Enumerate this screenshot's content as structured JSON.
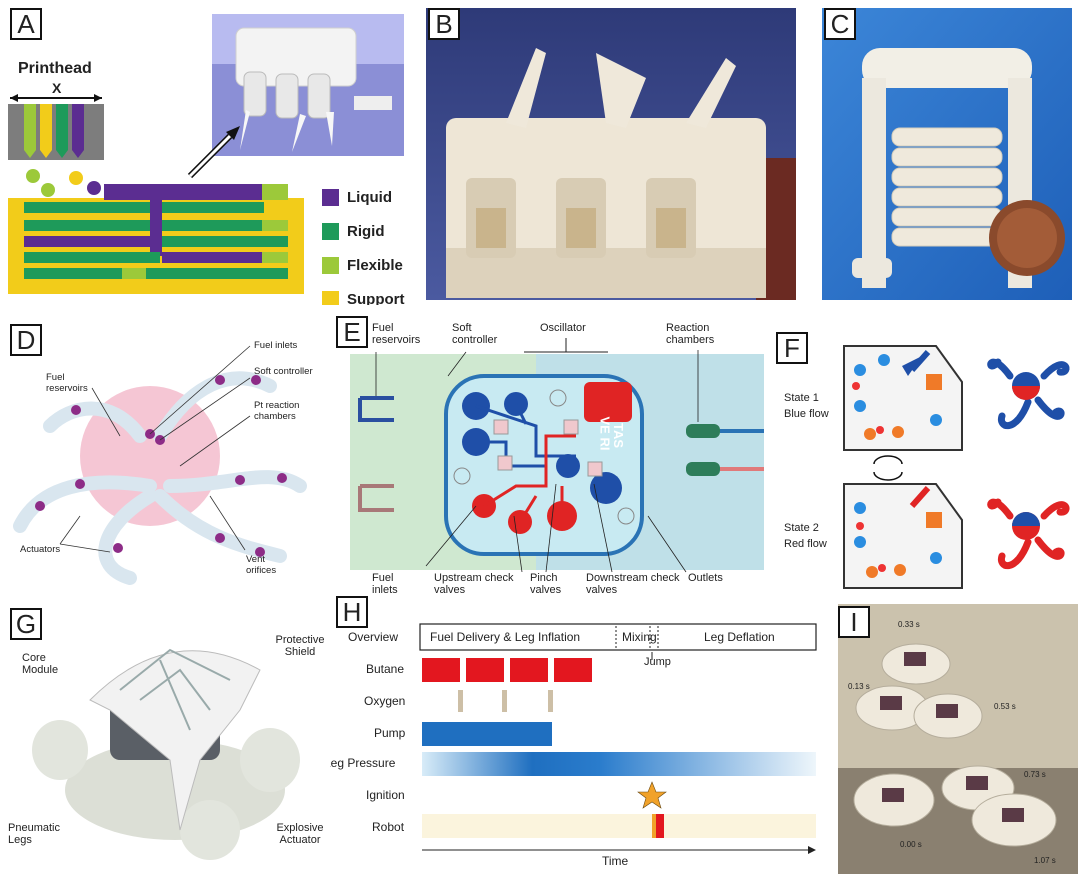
{
  "panels": {
    "A": {
      "label": "A",
      "printhead": "Printhead",
      "axis": "X",
      "legend": [
        {
          "text": "Liquid",
          "color": "#5b2d91"
        },
        {
          "text": "Rigid",
          "color": "#1e9a5a"
        },
        {
          "text": "Flexible",
          "color": "#9cc93a"
        },
        {
          "text": "Support",
          "color": "#f2cc1a"
        }
      ]
    },
    "B": {
      "label": "B"
    },
    "C": {
      "label": "C"
    },
    "D": {
      "label": "D",
      "annotations": [
        "Fuel inlets",
        "Soft controller",
        "Fuel reservoirs",
        "Pt reaction chambers",
        "Actuators",
        "Vent orifices"
      ]
    },
    "E": {
      "label": "E",
      "annotations": [
        "Fuel reservoirs",
        "Soft controller",
        "Oscillator",
        "Reaction chambers",
        "Fuel inlets",
        "Upstream check valves",
        "Pinch valves",
        "Downstream check valves",
        "Outlets"
      ],
      "chip_text": [
        "VE RI",
        "TAS"
      ]
    },
    "F": {
      "label": "F",
      "states": [
        {
          "title": "State 1",
          "flow": "Blue flow"
        },
        {
          "title": "State 2",
          "flow": "Red flow"
        }
      ]
    },
    "G": {
      "label": "G",
      "annotations": [
        "Core Module",
        "Protective Shield",
        "Pneumatic Legs",
        "Explosive Actuator"
      ]
    },
    "H": {
      "label": "H",
      "rows": [
        "Overview",
        "Butane",
        "Oxygen",
        "Pump",
        "Leg Pressure",
        "Ignition",
        "Robot"
      ],
      "phases": [
        "Fuel Delivery & Leg Inflation",
        "Mixing",
        "Leg Deflation"
      ],
      "jump": "Jump",
      "xlabel": "Time"
    },
    "I": {
      "label": "I",
      "times": [
        "0.33 s",
        "0.13 s",
        "0.53 s",
        "0.73 s",
        "0.00 s",
        "1.07 s"
      ]
    }
  }
}
